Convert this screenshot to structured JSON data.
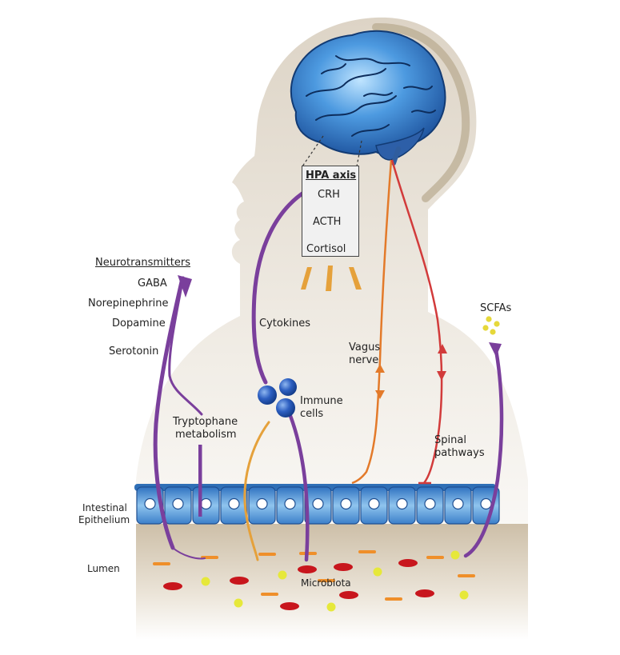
{
  "hpa": {
    "title": "HPA axis",
    "crh": "CRH",
    "acth": "ACTH",
    "cortisol": "Cortisol"
  },
  "neurotransmitters": {
    "title": "Neurotransmitters",
    "items": [
      "GABA",
      "Norepinephrine",
      "Dopamine",
      "Serotonin"
    ]
  },
  "labels": {
    "cytokines": "Cytokines",
    "vagus_line1": "Vagus",
    "vagus_line2": "nerve",
    "scfas": "SCFAs",
    "immune_line1": "Immune",
    "immune_line2": "cells",
    "tryptophane_line1": "Tryptophane",
    "tryptophane_line2": "metabolism",
    "spinal_line1": "Spinal",
    "spinal_line2": "pathways",
    "epithelium_line1": "Intestinal",
    "epithelium_line2": "Epithelium",
    "lumen": "Lumen",
    "microbiota": "Microbiota"
  },
  "colors": {
    "purple": "#7a3f9c",
    "orange": "#e37a2a",
    "red": "#d23b3b",
    "hpa_arrow": "#e5a13b",
    "brain": "#2f6fb6",
    "epithelium": "#6aa3d8",
    "head": "#c9bba5",
    "microbe_red": "#c8161d",
    "microbe_orange": "#ef8f2a",
    "microbe_yellow": "#e6e83a"
  }
}
